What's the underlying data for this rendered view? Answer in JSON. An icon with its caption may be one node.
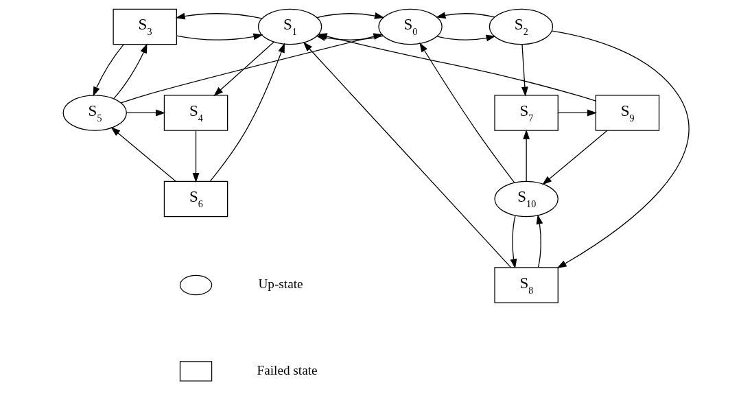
{
  "diagram": {
    "nodes": [
      {
        "text": [
          "S$_{3}$"
        ]
      },
      {
        "text": [
          "S$_{1}$"
        ]
      },
      {
        "text": [
          "S$_{0}$"
        ]
      },
      {
        "text": [
          "S$_{2}$"
        ]
      },
      {
        "text": [
          "S$_{7}$"
        ]
      },
      {
        "text": [
          "S$_{5}$"
        ]
      },
      {
        "text": [
          "S$_{4}$"
        ]
      },
      {
        "text": [
          "S$_{9}$"
        ]
      },
      {
        "text": [
          "S$_{10}$"
        ]
      },
      {
        "text": [
          "S$_{6}$"
        ]
      },
      {
        "text": [
          "S$_{8}$"
        ]
      },
      {
        "text": [],
        "shape": "circle"
      },
      {
        "text": [],
        "shape": "box"
      }
    ],
    "edges": [
      {
        "from": 0,
        "to": 1,
        "arrow": "to"
      },
      {
        "from": 1,
        "to": 0,
        "arrow": "to"
      },
      {
        "from": 2,
        "to": 1,
        "arrow": "to"
      },
      {
        "from": 1,
        "to": 2,
        "arrow": "to"
      },
      {
        "from": 2,
        "to": 3,
        "arrow": "to"
      },
      {
        "from": 3,
        "to": 2,
        "arrow": "to"
      },
      {
        "from": 0,
        "to": 5,
        "arrow": "to"
      },
      {
        "from": 5,
        "to": 0,
        "arrow": "to"
      },
      {
        "from": 5,
        "to": 2,
        "arrow": "to"
      },
      {
        "from": 5,
        "to": 6,
        "arrow": "to"
      },
      {
        "from": 1,
        "to": 6,
        "arrow": "to"
      },
      {
        "from": 6,
        "to": 9,
        "arrow": "to"
      },
      {
        "from": 9,
        "to": 5,
        "arrow": "to"
      },
      {
        "from": 9,
        "to": 1,
        "arrow": "to"
      },
      {
        "from": 7,
        "to": 1,
        "arrow": "to"
      },
      {
        "from": 3,
        "to": 4,
        "arrow": "to"
      },
      {
        "from": 3,
        "to": 10,
        "arrow": "to"
      },
      {
        "from": 4,
        "to": 7,
        "arrow": "to"
      },
      {
        "from": 7,
        "to": 8,
        "arrow": "to"
      },
      {
        "from": 8,
        "to": 2,
        "arrow": "to"
      },
      {
        "from": 8,
        "to": 4,
        "arrow": "to"
      },
      {
        "from": 8,
        "to": 10,
        "arrow": "to"
      },
      {
        "from": 10,
        "to": 8,
        "arrow": "to"
      },
      {
        "from": 10,
        "to": 1,
        "arrow": "to"
      }
    ],
    "legend": [
      {
        "text": "Up-state"
      },
      {
        "text": "Failed state"
      }
    ]
  }
}
